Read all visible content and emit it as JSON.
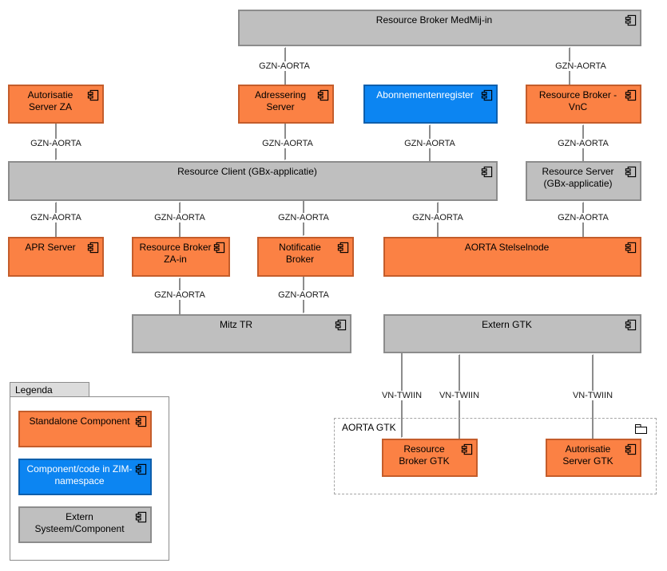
{
  "nodes": {
    "medmij": {
      "label": "Resource Broker MedMij-in"
    },
    "aut_za": {
      "label": "Autorisatie Server ZA"
    },
    "adressering": {
      "label": "Adressering Server"
    },
    "abonnementenregister": {
      "label": "Abonnementenregister"
    },
    "rb_vnc": {
      "label": "Resource Broker - VnC"
    },
    "resource_client": {
      "label": "Resource Client (GBx-applicatie)"
    },
    "resource_server": {
      "label": "Resource Server (GBx-applicatie)"
    },
    "apr": {
      "label": "APR Server"
    },
    "rb_za_in": {
      "label": "Resource Broker ZA-in"
    },
    "notificatie": {
      "label": "Notificatie Broker"
    },
    "stelselnode": {
      "label": "AORTA Stelselnode"
    },
    "mitz": {
      "label": "Mitz TR"
    },
    "extern_gtk": {
      "label": "Extern GTK"
    },
    "rb_gtk": {
      "label": "Resource Broker GTK"
    },
    "aut_gtk": {
      "label": "Autorisatie Server GTK"
    }
  },
  "container": {
    "label": "AORTA GTK"
  },
  "edges": [
    {
      "id": "adressering-medmij",
      "label": "GZN-AORTA"
    },
    {
      "id": "vnc-medmij",
      "label": "GZN-AORTA"
    },
    {
      "id": "autza-client",
      "label": "GZN-AORTA"
    },
    {
      "id": "adressering-client",
      "label": "GZN-AORTA"
    },
    {
      "id": "client-abonnement",
      "label": "GZN-AORTA"
    },
    {
      "id": "server-vnc",
      "label": "GZN-AORTA"
    },
    {
      "id": "apr-client",
      "label": "GZN-AORTA"
    },
    {
      "id": "zain-client",
      "label": "GZN-AORTA"
    },
    {
      "id": "client-notificatie",
      "label": "GZN-AORTA"
    },
    {
      "id": "stelselnode-client",
      "label": "GZN-AORTA"
    },
    {
      "id": "stelselnode-server",
      "label": "GZN-AORTA"
    },
    {
      "id": "mitz-zain",
      "label": "GZN-AORTA"
    },
    {
      "id": "notificatie-mitz",
      "label": "GZN-AORTA"
    },
    {
      "id": "externgtk-rbgtk",
      "label": "VN-TWIIN"
    },
    {
      "id": "rbgtk-externgtk",
      "label": "VN-TWIIN"
    },
    {
      "id": "autgtk-externgtk",
      "label": "VN-TWIIN"
    }
  ],
  "legend": {
    "title": "Legenda",
    "items": [
      {
        "label": "Standalone Component",
        "color": "#FB8144"
      },
      {
        "label": "Component/code in ZIM-namespace",
        "color": "#0C85F2"
      },
      {
        "label": "Extern Systeem/Component",
        "color": "#BFBFBF"
      }
    ]
  },
  "colors": {
    "standalone_fill": "#FB8144",
    "standalone_border": "#C45D2B",
    "zim_fill": "#0C85F2",
    "zim_border": "#0E5FAC",
    "extern_fill": "#BFBFBF",
    "extern_border": "#8C8C8C",
    "connector_line": "#1A1A1A"
  }
}
